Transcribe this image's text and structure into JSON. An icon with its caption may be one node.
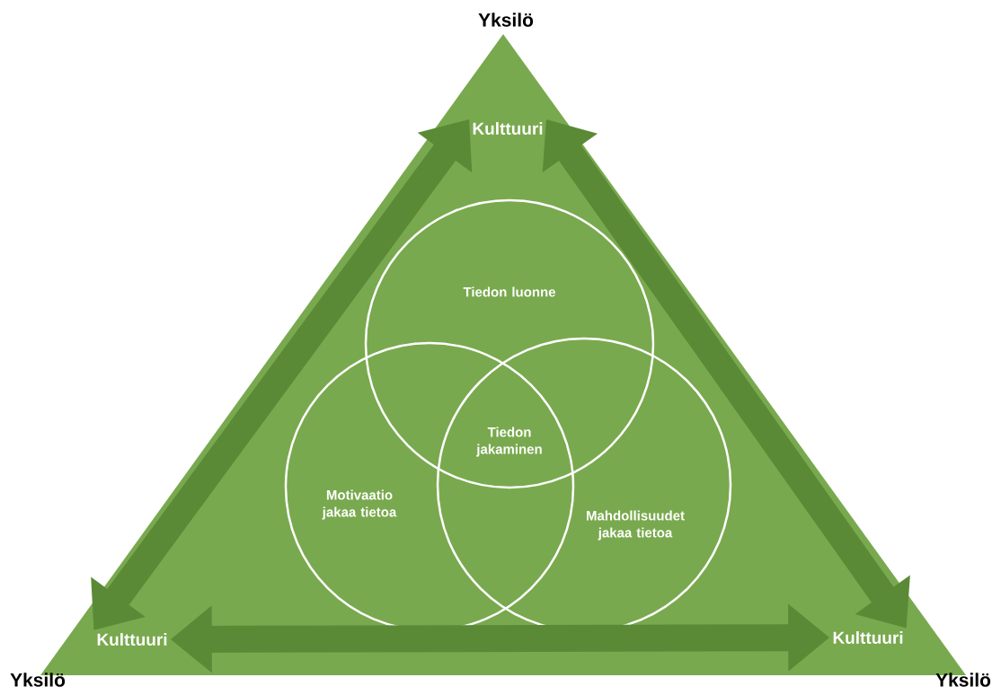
{
  "diagram": {
    "nodes": [
      {
        "text": [
          "Kulttuuri"
        ]
      },
      {
        "text": [
          "Kulttuuri"
        ]
      },
      {
        "text": [
          "Kulttuuri"
        ]
      },
      {
        "text": [
          "Tiedon luonne"
        ]
      },
      {
        "text": [
          "Motivaatio jakaa tietoa"
        ]
      },
      {
        "text": [
          "Mahdollisuudet jakaa tietoa"
        ]
      }
    ],
    "edges": [
      {
        "from": 0,
        "to": 1,
        "arrow": "both"
      },
      {
        "from": 0,
        "to": 2,
        "arrow": "both"
      },
      {
        "from": 1,
        "to": 2,
        "arrow": "both"
      }
    ],
    "labels": [
      "Yksilö",
      "Tiedon jakaminen",
      "Yksilö",
      "Yksilö"
    ]
  }
}
